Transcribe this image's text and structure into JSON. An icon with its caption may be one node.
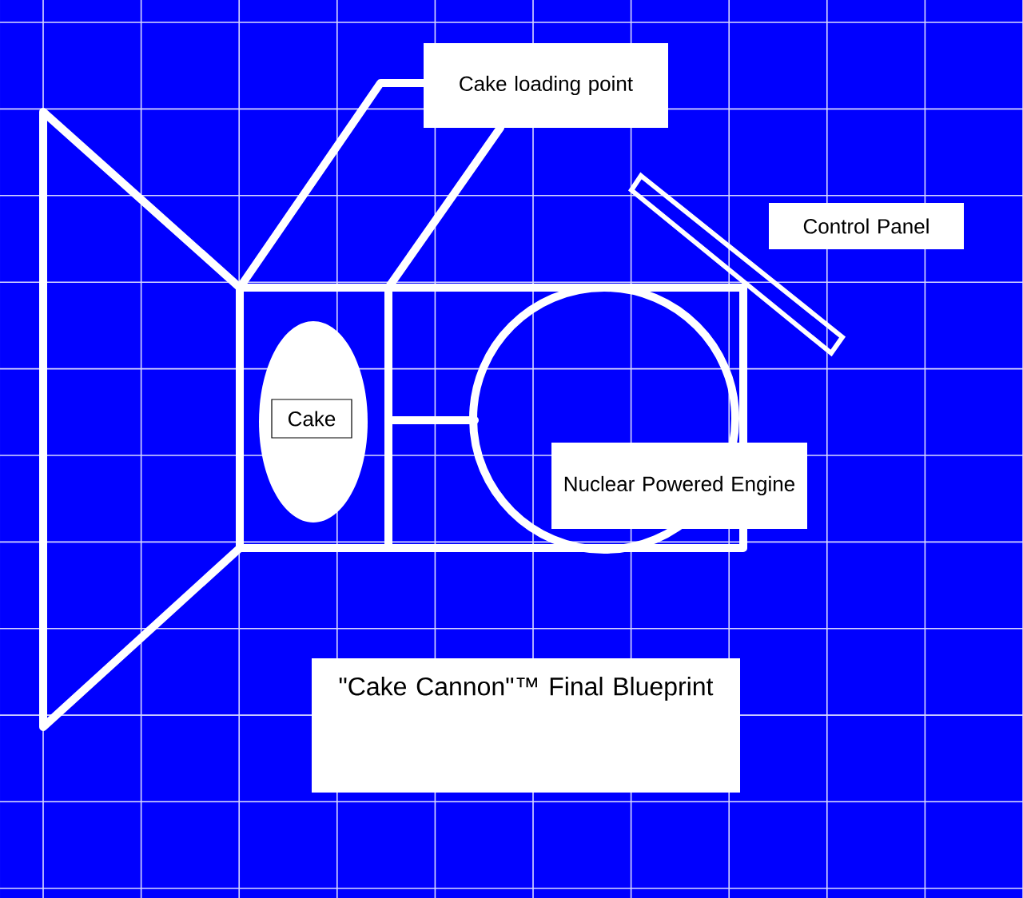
{
  "diagram": {
    "title": "\"Cake Cannon\"™ Final Blueprint",
    "nodes": [
      {
        "text": [
          "Cake loading point"
        ]
      },
      {
        "text": [
          "Control Panel"
        ]
      },
      {
        "text": [
          "Cake"
        ]
      },
      {
        "text": [
          "Nuclear Powered Engine"
        ]
      }
    ]
  }
}
